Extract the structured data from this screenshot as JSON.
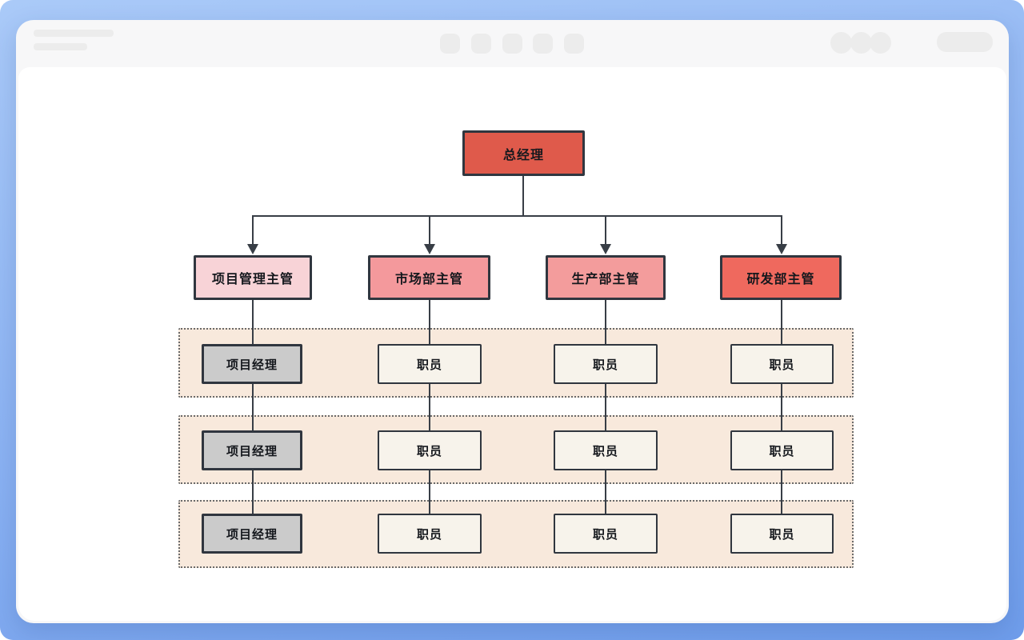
{
  "colors": {
    "background_top": "#aacaf8",
    "background_bottom": "#6f9deb",
    "window_bar": "#f7f7f8",
    "window_content": "#ffffff",
    "placeholder_gray": "#ececec",
    "connector_line": "#383e46",
    "node_border": "#30363f",
    "container_fill": "#f8e9dc",
    "container_border": "#6a6a6a"
  },
  "org_chart": {
    "root": {
      "label": "总经理",
      "fill": "#df5a4b"
    },
    "departments": [
      {
        "label": "项目管理主管",
        "fill": "#f8d3d7"
      },
      {
        "label": "市场部主管",
        "fill": "#f4999c"
      },
      {
        "label": "生产部主管",
        "fill": "#f39c9c"
      },
      {
        "label": "研发部主管",
        "fill": "#ef695e"
      }
    ],
    "rows": [
      {
        "cells": [
          {
            "label": "项目经理",
            "fill": "#cbcbcb"
          },
          {
            "label": "职员",
            "fill": "#f7f3eb"
          },
          {
            "label": "职员",
            "fill": "#f7f3eb"
          },
          {
            "label": "职员",
            "fill": "#f7f3eb"
          }
        ]
      },
      {
        "cells": [
          {
            "label": "项目经理",
            "fill": "#cbcbcb"
          },
          {
            "label": "职员",
            "fill": "#f7f3eb"
          },
          {
            "label": "职员",
            "fill": "#f7f3eb"
          },
          {
            "label": "职员",
            "fill": "#f7f3eb"
          }
        ]
      },
      {
        "cells": [
          {
            "label": "项目经理",
            "fill": "#cbcbcb"
          },
          {
            "label": "职员",
            "fill": "#f7f3eb"
          },
          {
            "label": "职员",
            "fill": "#f7f3eb"
          },
          {
            "label": "职员",
            "fill": "#f7f3eb"
          }
        ]
      }
    ]
  }
}
